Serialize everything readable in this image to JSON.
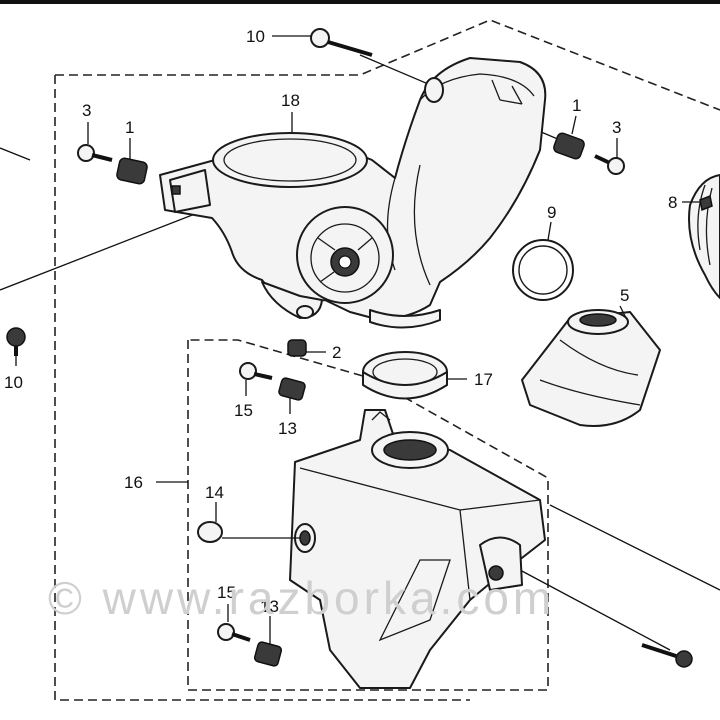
{
  "callouts": [
    {
      "id": "c10a",
      "text": "10"
    },
    {
      "id": "c18",
      "text": "18"
    },
    {
      "id": "c3a",
      "text": "3"
    },
    {
      "id": "c1a",
      "text": "1"
    },
    {
      "id": "c1b",
      "text": "1"
    },
    {
      "id": "c3b",
      "text": "3"
    },
    {
      "id": "c8",
      "text": "8"
    },
    {
      "id": "c9",
      "text": "9"
    },
    {
      "id": "c5",
      "text": "5"
    },
    {
      "id": "c2",
      "text": "2"
    },
    {
      "id": "c17",
      "text": "17"
    },
    {
      "id": "c10b",
      "text": "10"
    },
    {
      "id": "c15a",
      "text": "15"
    },
    {
      "id": "c13a",
      "text": "13"
    },
    {
      "id": "c16",
      "text": "16"
    },
    {
      "id": "c14",
      "text": "14"
    },
    {
      "id": "c15b",
      "text": "15"
    },
    {
      "id": "c13b",
      "text": "13"
    }
  ],
  "watermark": "© www.razborka.com"
}
